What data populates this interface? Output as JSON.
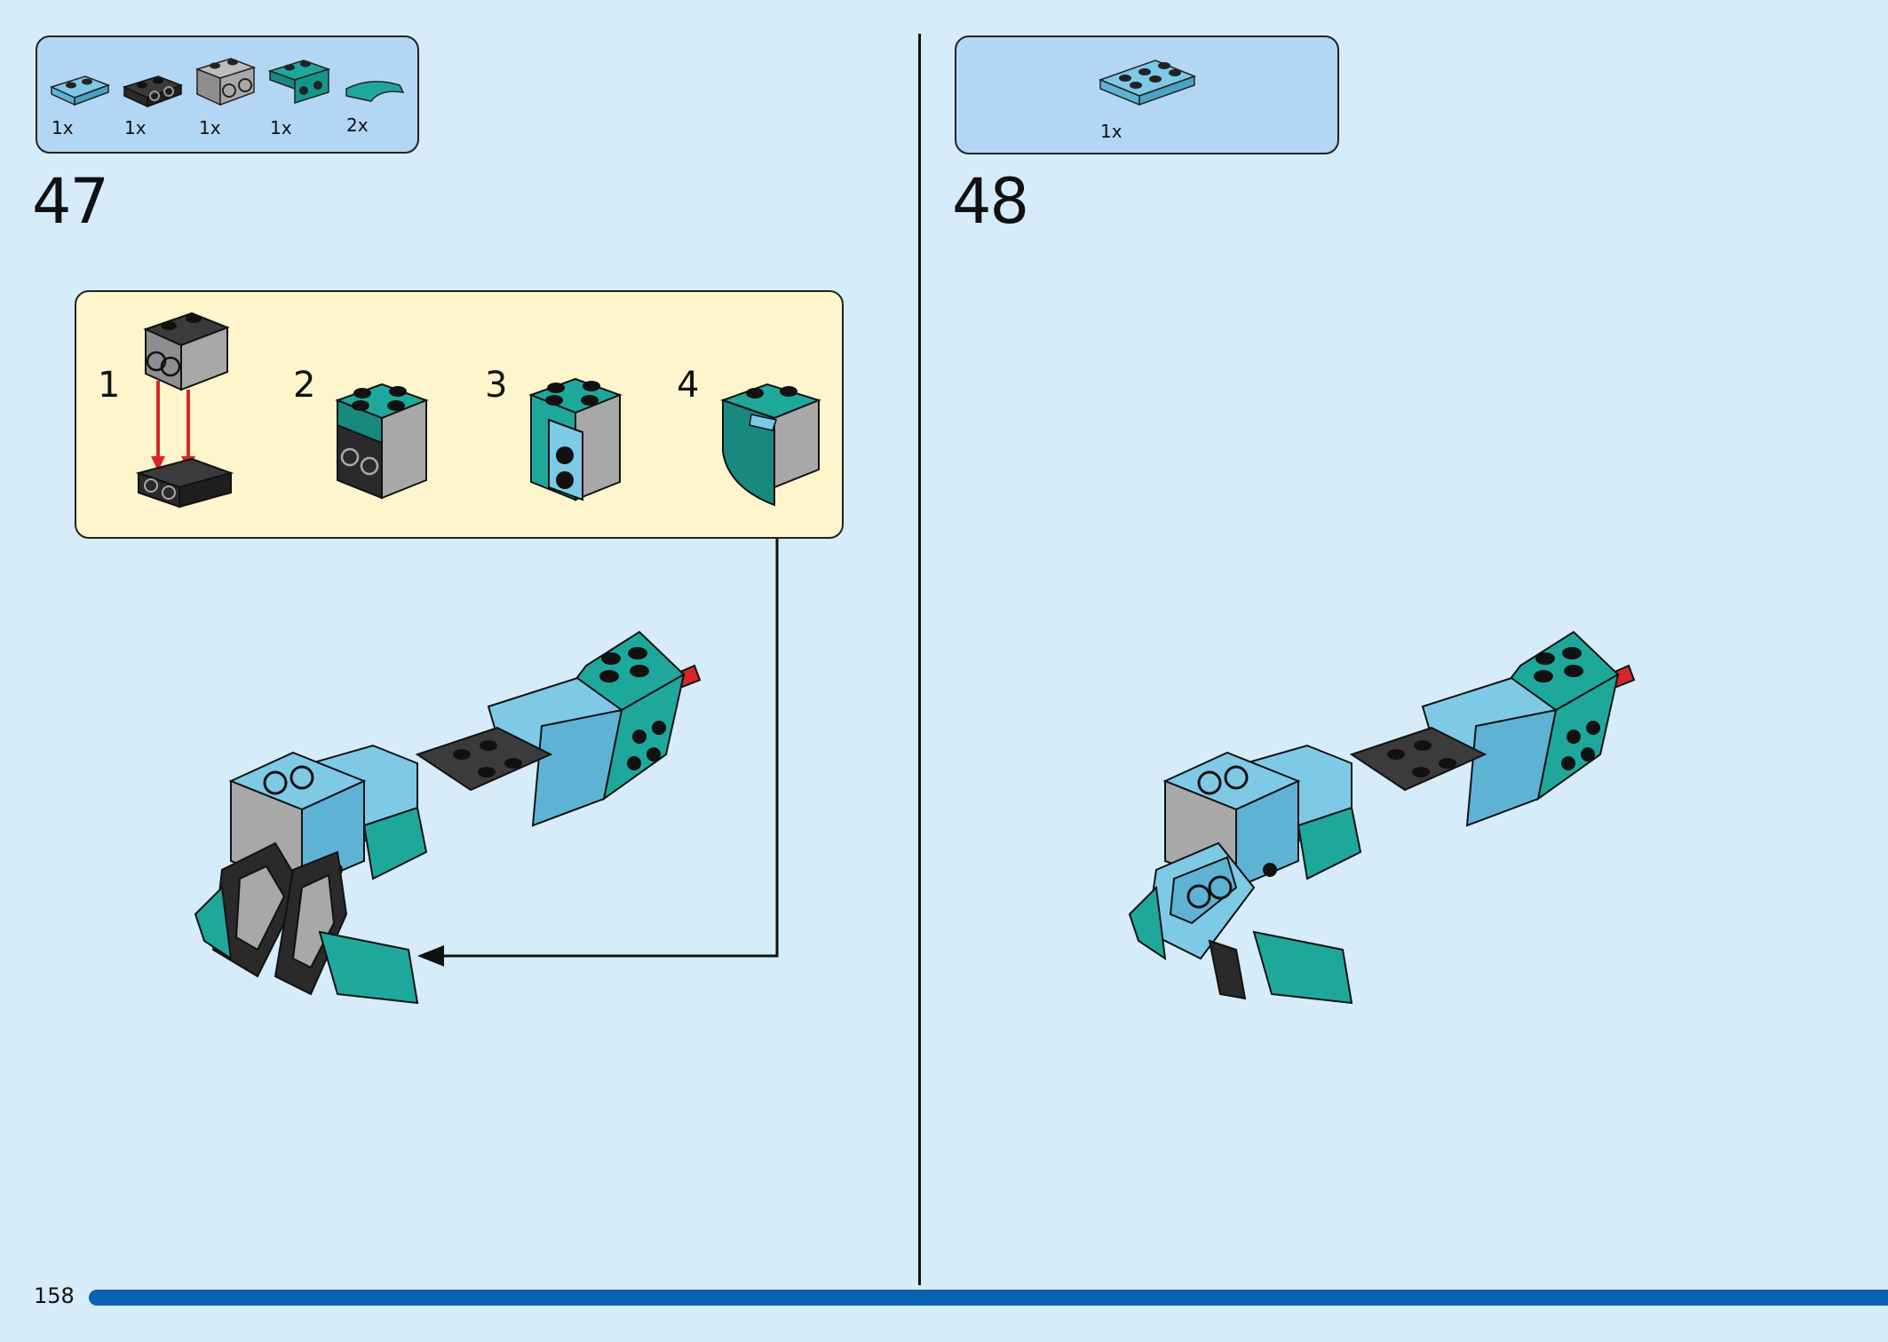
{
  "page": {
    "number": "158"
  },
  "colors": {
    "background": "#d6ecfb",
    "parts_box": "#b3d6f4",
    "sub_assembly_box": "#fff5cc",
    "progress_bar": "#0a63b0",
    "medium_azure": "#7ec9e6",
    "teal": "#1ea89c",
    "dark_grey": "#3b3b3b",
    "light_grey": "#a8a8a8",
    "red_arrow": "#d62828"
  },
  "step47": {
    "number": "47",
    "parts": [
      {
        "qty": "1x",
        "icon": "azure-plate-1x2-icon"
      },
      {
        "qty": "1x",
        "icon": "black-bracket-icon"
      },
      {
        "qty": "1x",
        "icon": "grey-technic-brick-icon"
      },
      {
        "qty": "1x",
        "icon": "teal-bracket-icon"
      },
      {
        "qty": "2x",
        "icon": "teal-curved-slope-icon"
      }
    ],
    "sub_steps": [
      "1",
      "2",
      "3",
      "4"
    ]
  },
  "step48": {
    "number": "48",
    "parts": [
      {
        "qty": "1x",
        "icon": "azure-plate-2x3-icon"
      }
    ]
  }
}
